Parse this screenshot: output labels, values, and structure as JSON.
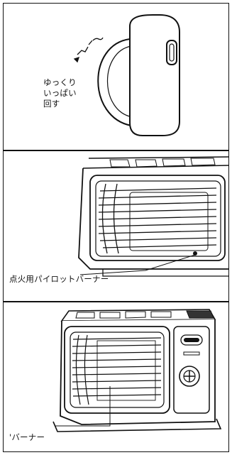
{
  "panels": [
    {
      "id": "knob-panel",
      "instruction_lines": [
        "ゆっくり",
        "いっぱい",
        "回す"
      ]
    },
    {
      "id": "pilot-panel",
      "callout": "点火用パイロットバーナー"
    },
    {
      "id": "heater-panel",
      "callout": "'バーナー"
    }
  ]
}
